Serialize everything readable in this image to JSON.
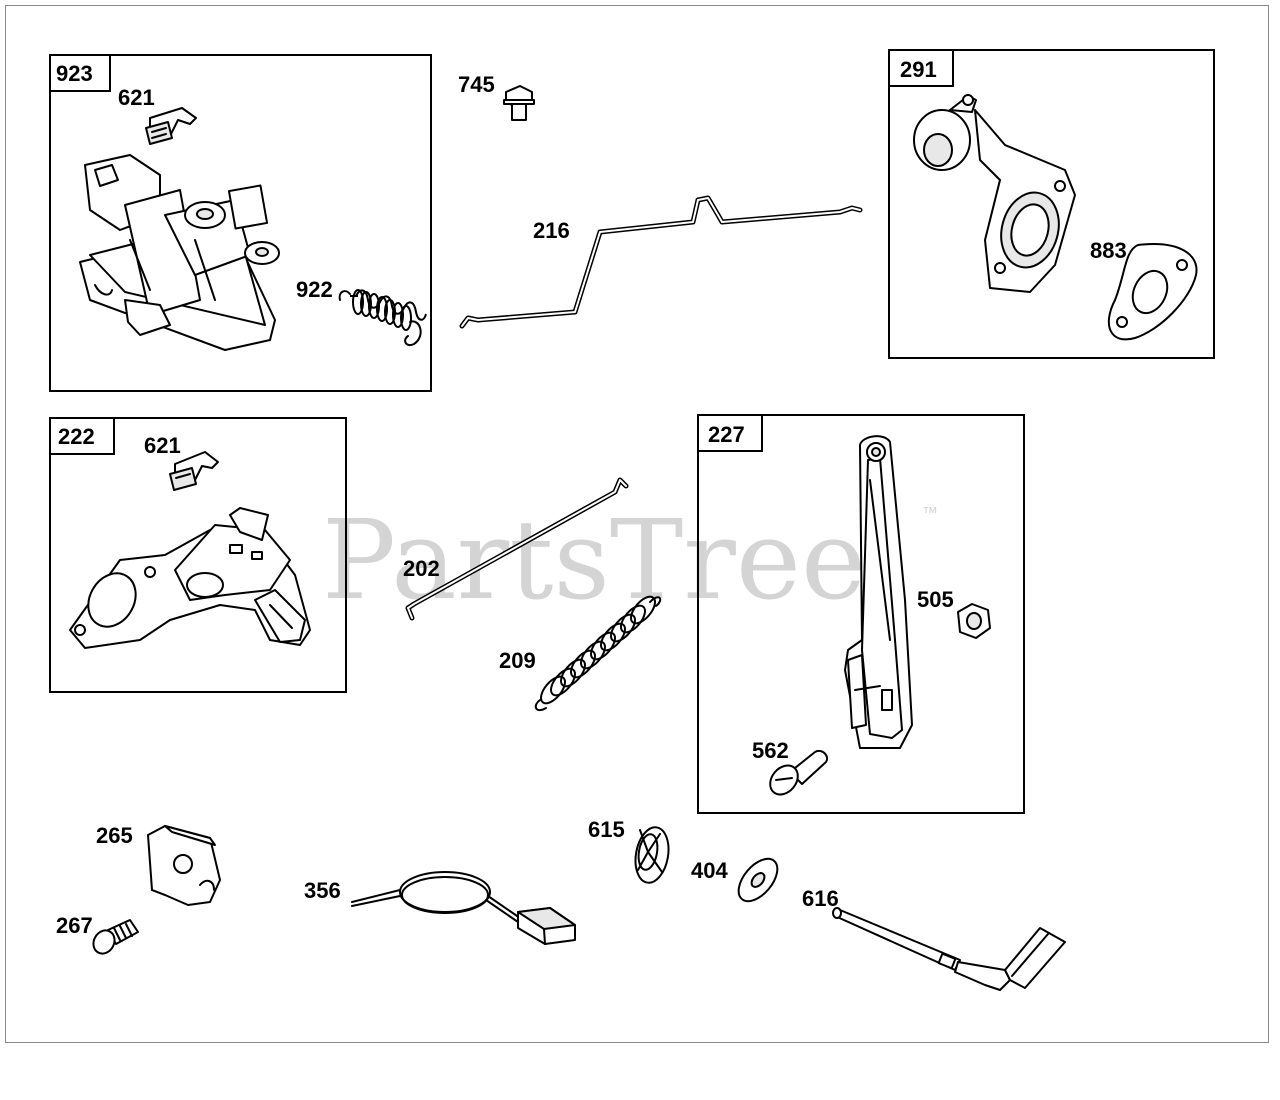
{
  "watermark": {
    "text": "PartsTree",
    "tm": "™"
  },
  "callouts": {
    "p923": "923",
    "p621a": "621",
    "p922": "922",
    "p745": "745",
    "p216": "216",
    "p291": "291",
    "p883": "883",
    "p222": "222",
    "p621b": "621",
    "p202": "202",
    "p209": "209",
    "p227": "227",
    "p505": "505",
    "p562": "562",
    "p265": "265",
    "p267": "267",
    "p356": "356",
    "p615": "615",
    "p404": "404",
    "p616": "616"
  }
}
